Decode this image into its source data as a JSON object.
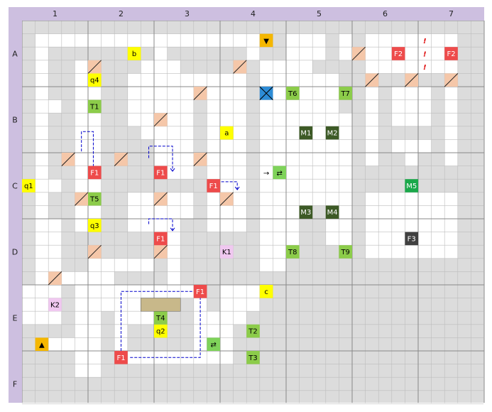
{
  "columns": [
    "1",
    "2",
    "3",
    "4",
    "5",
    "6",
    "7"
  ],
  "rows": [
    "A",
    "B",
    "C",
    "D",
    "E",
    "F"
  ],
  "colors": {
    "header": "#cdbfe0",
    "background": "#dcdcdc",
    "floor": "#ffffff",
    "grid": "#bdbdbd",
    "sector_line": "#888888",
    "door": "#f5c7a9",
    "item": "#ffff00",
    "treasure": "#8ccc4a",
    "enemy": "#ee4b4b",
    "monster": "#3d5a26",
    "boss": "#1aa84a",
    "key": "#f0c8f0",
    "dark": "#404040",
    "stairs": "#f5b700",
    "teleport": "#2d8cd6",
    "arrow": "#0000cc"
  },
  "markers": [
    {
      "id": "b",
      "type": "item",
      "label": "b"
    },
    {
      "id": "a",
      "type": "item",
      "label": "a"
    },
    {
      "id": "c",
      "type": "item",
      "label": "c"
    },
    {
      "id": "q1",
      "type": "item",
      "label": "q1"
    },
    {
      "id": "q2",
      "type": "item",
      "label": "q2"
    },
    {
      "id": "q3",
      "type": "item",
      "label": "q3"
    },
    {
      "id": "q4",
      "type": "item",
      "label": "q4"
    },
    {
      "id": "T1",
      "type": "treasure",
      "label": "T1"
    },
    {
      "id": "T2",
      "type": "treasure",
      "label": "T2"
    },
    {
      "id": "T3",
      "type": "treasure",
      "label": "T3"
    },
    {
      "id": "T4",
      "type": "treasure",
      "label": "T4"
    },
    {
      "id": "T5",
      "type": "treasure",
      "label": "T5"
    },
    {
      "id": "T6",
      "type": "treasure",
      "label": "T6"
    },
    {
      "id": "T7",
      "type": "treasure",
      "label": "T7"
    },
    {
      "id": "T8",
      "type": "treasure",
      "label": "T8"
    },
    {
      "id": "T9",
      "type": "treasure",
      "label": "T9"
    },
    {
      "id": "M1",
      "type": "monster",
      "label": "M1"
    },
    {
      "id": "M2",
      "type": "monster",
      "label": "M2"
    },
    {
      "id": "M3",
      "type": "monster",
      "label": "M3"
    },
    {
      "id": "M4",
      "type": "monster",
      "label": "M4"
    },
    {
      "id": "M5",
      "type": "boss",
      "label": "M5"
    },
    {
      "id": "F1",
      "type": "enemy",
      "label": "F1"
    },
    {
      "id": "F2",
      "type": "enemy",
      "label": "F2"
    },
    {
      "id": "F3",
      "type": "dark",
      "label": "F3"
    },
    {
      "id": "K1",
      "type": "key",
      "label": "K1"
    },
    {
      "id": "K2",
      "type": "key",
      "label": "K2"
    }
  ],
  "warning_mark": "!",
  "teleport_mark": "⇄",
  "arrow_mark": "→",
  "stairs_down": "▼",
  "stairs_up": "▲"
}
